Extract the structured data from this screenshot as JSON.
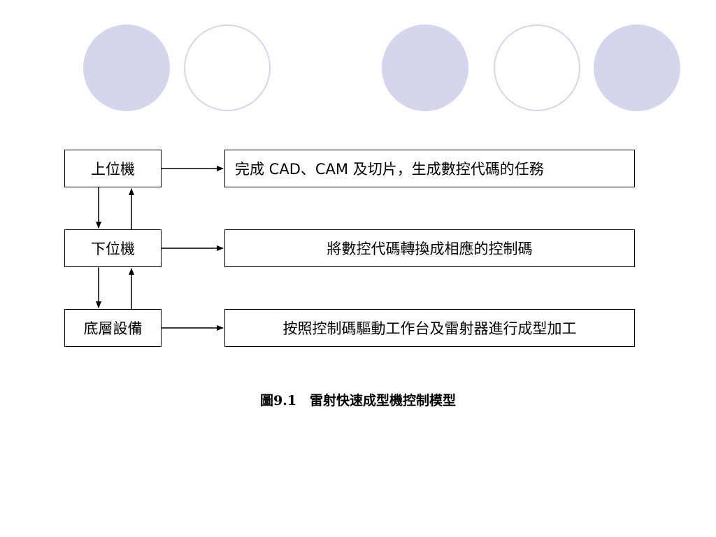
{
  "colors": {
    "circle_fill": "#d5d5ee",
    "circle_outline": "#d5d5ee",
    "line": "#000000",
    "text": "#000000"
  },
  "diagram": {
    "nodes": [
      {
        "id": "host",
        "label": "上位機"
      },
      {
        "id": "slave",
        "label": "下位機"
      },
      {
        "id": "device",
        "label": "底層設備"
      }
    ],
    "tasks": [
      {
        "id": "host-task",
        "label": "完成 CAD、CAM 及切片，生成數控代碼的任務"
      },
      {
        "id": "slave-task",
        "label": "將數控代碼轉換成相應的控制碼"
      },
      {
        "id": "device-task",
        "label": "按照控制碼驅動工作台及雷射器進行成型加工"
      }
    ],
    "caption": "圖9.1　雷射快速成型機控制模型"
  }
}
